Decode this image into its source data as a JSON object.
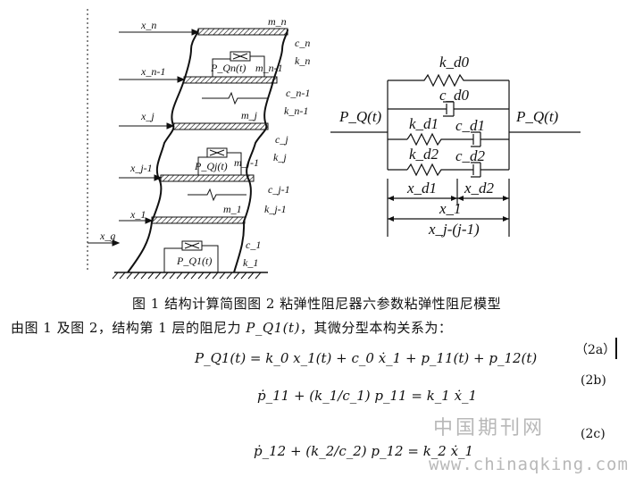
{
  "fig1": {
    "labels": {
      "xn": "x_n",
      "mn": "m_n",
      "cn": "c_n",
      "kn": "k_n",
      "pqn": "P_Qn(t)",
      "mn1": "m_n-1",
      "xn1": "x_n-1",
      "cn1": "c_n-1",
      "kn1": "k_n-1",
      "xj": "x_j",
      "mj": "m_j",
      "cj": "c_j",
      "kj": "k_j",
      "pqj": "P_Qj(t)",
      "mj1": "m_j-1",
      "xj1": "x_j-1",
      "cj1": "c_j-1",
      "kj1": "k_j-1",
      "x1": "x_1",
      "m1": "m_1",
      "c1": "c_1",
      "k1": "k_1",
      "xg": "x_g",
      "pq1": "P_Q1(t)"
    }
  },
  "fig2": {
    "labels": {
      "kd0": "k_d0",
      "cd0": "c_d0",
      "pq_left": "P_Q(t)",
      "pq_right": "P_Q(t)",
      "kd1": "k_d1",
      "cd1": "c_d1",
      "kd2": "k_d2",
      "cd2": "c_d2",
      "xd1": "x_d1",
      "xd2": "x_d2",
      "x1": "x_1",
      "xjj1": "x_j-(j-1)"
    }
  },
  "caption": "图 1 结构计算简图图 2 粘弹性阻尼器六参数粘弹性阻尼模型",
  "intro": {
    "before": "由图 1 及图 2，结构第 1 层的阻尼力 ",
    "sym": "P_Q1(t)",
    "after": "，其微分型本构关系为："
  },
  "equations": {
    "eq_a": "P_Q1(t) = k_0 x_1(t) + c_0 ẋ_1 + p_11(t) + p_12(t)",
    "eq_b": "ṗ_11 + (k_1/c_1) p_11 = k_1 ẋ_1",
    "eq_c": "ṗ_12 + (k_2/c_2) p_12 = k_2 ẋ_1",
    "num_a": "（2a）",
    "num_b": "(2b)",
    "num_c": "(2c)"
  },
  "watermark": {
    "cn": "中国期刊网",
    "url": "www.chinaqking.com"
  }
}
